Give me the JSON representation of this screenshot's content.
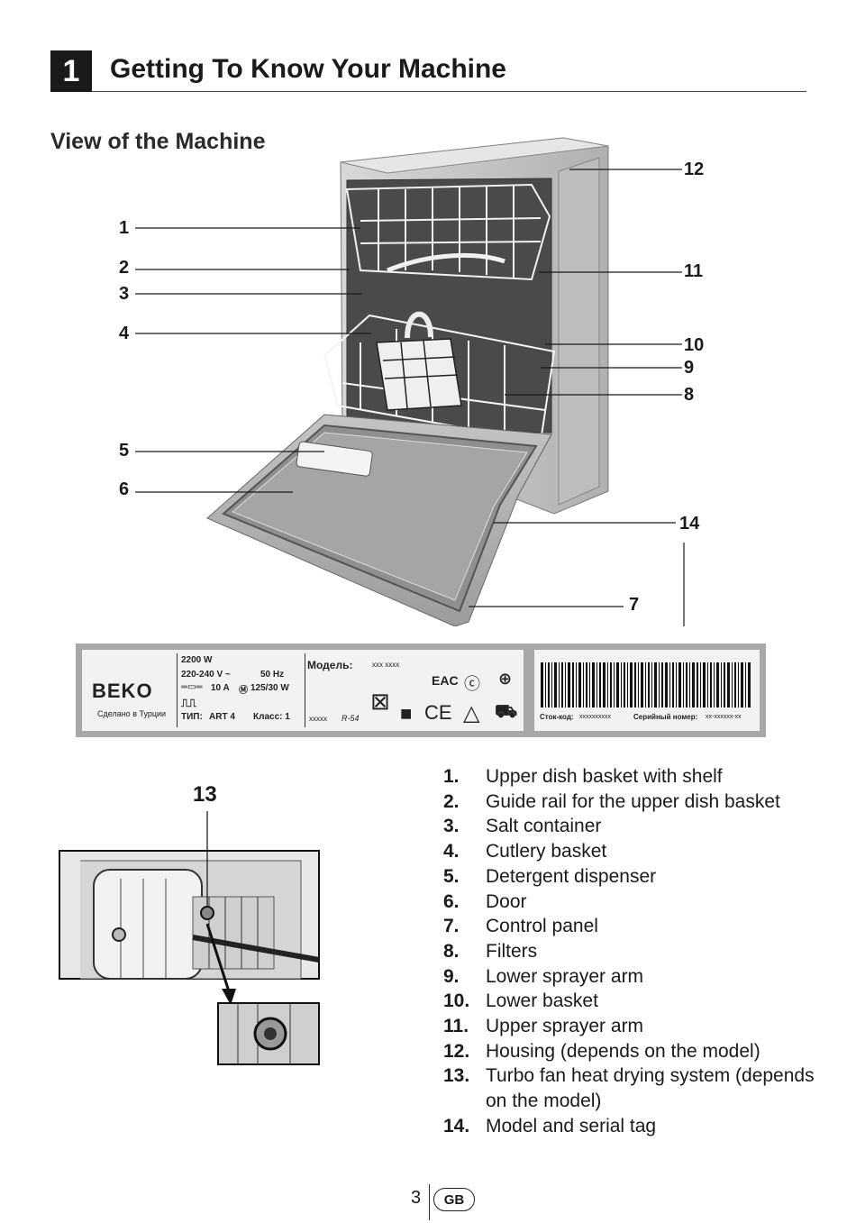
{
  "header": {
    "section_number": "1",
    "title": "Getting To Know Your Machine",
    "subtitle": "View of the Machine"
  },
  "diagram": {
    "callouts": [
      "1",
      "2",
      "3",
      "4",
      "5",
      "6",
      "7",
      "8",
      "9",
      "10",
      "11",
      "12",
      "14"
    ],
    "detail_callout": "13"
  },
  "rating_plate": {
    "brand": "BEKO",
    "made_in": "Сделано в Турции",
    "power": "2200 W",
    "voltage": "220-240 V ~",
    "frequency": "50 Hz",
    "fuse": "10 A",
    "motor": "125/30 W",
    "type_label": "ТИП:",
    "type_value": "ART 4",
    "class_label": "Класс: 1",
    "model_label": "Модель:",
    "model_value": "xxx xxxx",
    "code": "xxxxx",
    "refrigerant": "R-54",
    "stock_label": "Сток-код:",
    "stock_value": "xxxxxxxxxx",
    "serial_label": "Серийный номер:",
    "serial_value": "xx-xxxxxx-xx",
    "marks": [
      "EAC",
      "CE"
    ]
  },
  "parts": [
    {
      "n": "1.",
      "text": "Upper dish basket with shelf"
    },
    {
      "n": "2.",
      "text": "Guide rail for the upper dish basket"
    },
    {
      "n": "3.",
      "text": "Salt container"
    },
    {
      "n": "4.",
      "text": "Cutlery basket"
    },
    {
      "n": "5.",
      "text": "Detergent dispenser"
    },
    {
      "n": "6.",
      "text": "Door"
    },
    {
      "n": "7.",
      "text": "Control panel"
    },
    {
      "n": "8.",
      "text": "Filters"
    },
    {
      "n": "9.",
      "text": "Lower sprayer arm"
    },
    {
      "n": "10.",
      "text": "Lower basket"
    },
    {
      "n": "11.",
      "text": "Upper sprayer arm"
    },
    {
      "n": "12.",
      "text": "Housing (depends on the model)"
    },
    {
      "n": "13.",
      "text": "Turbo fan heat drying system (depends on the model)"
    },
    {
      "n": "14.",
      "text": "Model and serial tag"
    }
  ],
  "footer": {
    "page_number": "3",
    "language": "GB"
  }
}
